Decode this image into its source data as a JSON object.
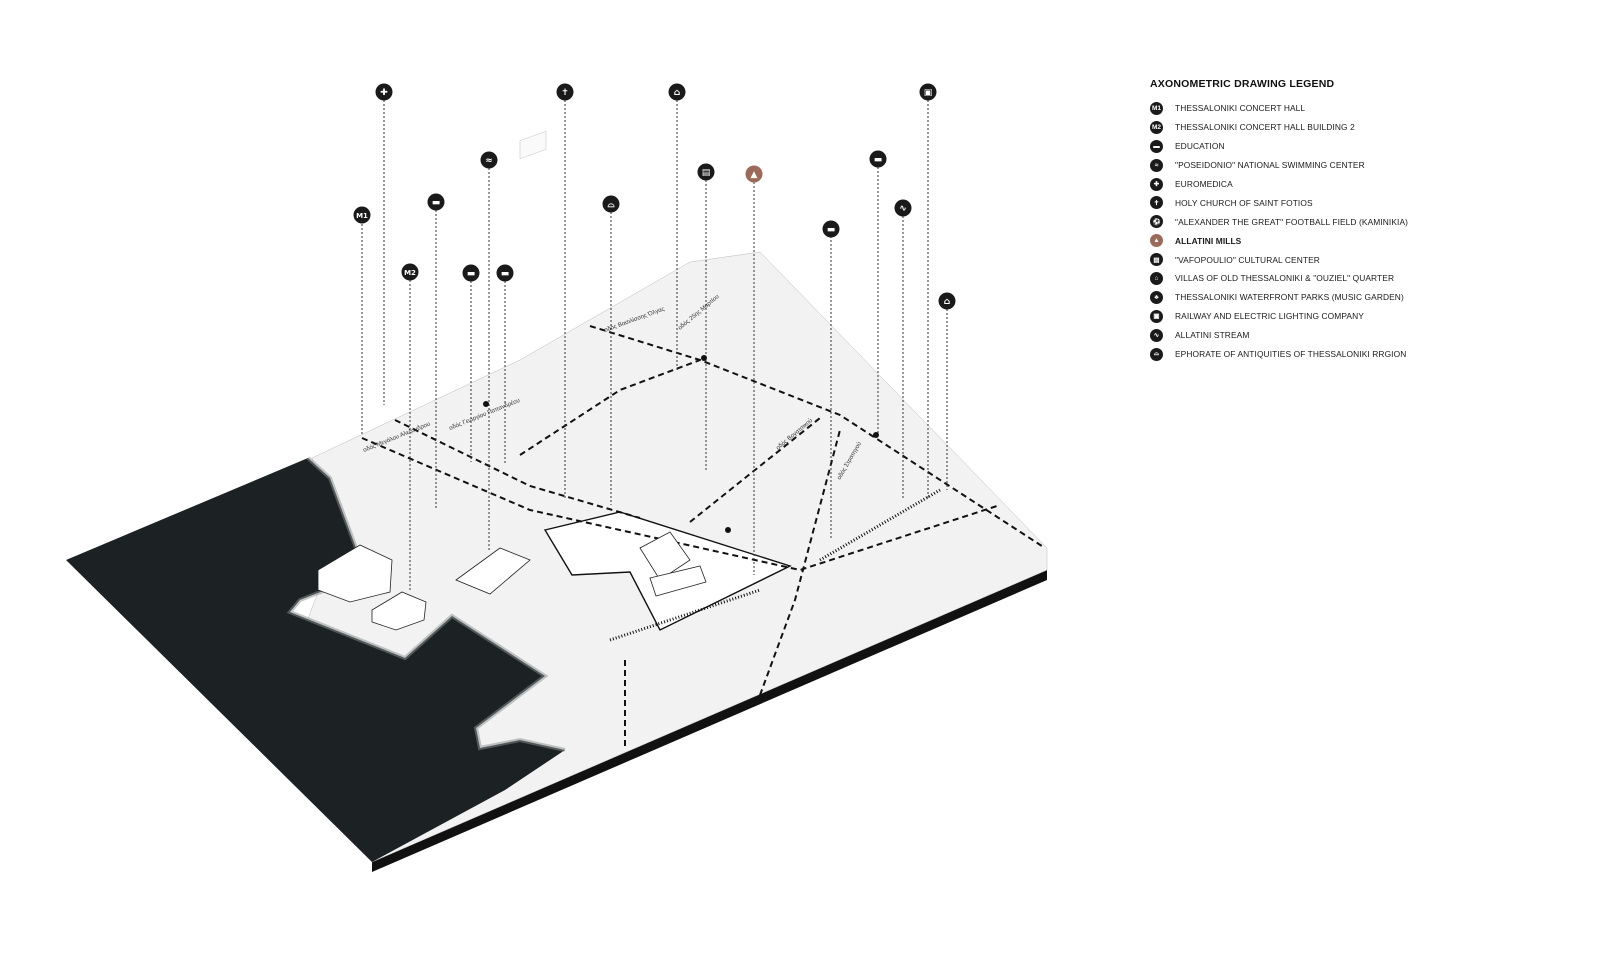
{
  "legend": {
    "title": "AXONOMETRIC DRAWING LEGEND",
    "items": [
      {
        "label": "THESSALONIKI CONCERT HALL",
        "icon": "M1",
        "icon_name": "m1-badge-icon"
      },
      {
        "label": "THESSALONIKI CONCERT HALL BUILDING 2",
        "icon": "M2",
        "icon_name": "m2-badge-icon"
      },
      {
        "label": "EDUCATION",
        "icon": "▬",
        "icon_name": "graduation-cap-icon"
      },
      {
        "label": "\"POSEIDONIO\" NATIONAL SWIMMING CENTER",
        "icon": "≈",
        "icon_name": "swimmer-icon"
      },
      {
        "label": "EUROMEDICA",
        "icon": "✚",
        "icon_name": "medical-cross-icon"
      },
      {
        "label": "HOLY CHURCH OF SAINT FOTIOS",
        "icon": "✝",
        "icon_name": "church-cross-icon"
      },
      {
        "label": "\"ALEXANDER THE GREAT\" FOOTBALL FIELD (KAMINIKIA)",
        "icon": "⚽",
        "icon_name": "football-player-icon"
      },
      {
        "label": "ALLATINI MILLS",
        "icon": "▲",
        "icon_name": "factory-icon",
        "accent": true,
        "bold": true
      },
      {
        "label": "\"VAFOPOULIO\" CULTURAL CENTER",
        "icon": "▤",
        "icon_name": "book-icon"
      },
      {
        "label": "VILLAS OF OLD THESSALONIKI  & \"OUZIEL\" QUARTER",
        "icon": "⌂",
        "icon_name": "villa-icon"
      },
      {
        "label": "THESSALONIKI WATERFRONT PARKS (MUSIC GARDEN)",
        "icon": "♣",
        "icon_name": "tree-icon"
      },
      {
        "label": "RAILWAY AND ELECTRIC LIGHTING COMPANY",
        "icon": "▣",
        "icon_name": "train-icon"
      },
      {
        "label": "ALLATINI STREAM",
        "icon": "∿",
        "icon_name": "stream-icon"
      },
      {
        "label": "EPHORATE OF ANTIQUITIES OF THESSALONIKI RRGION",
        "icon": "⌓",
        "icon_name": "museum-icon"
      }
    ]
  },
  "map_markers": [
    {
      "glyph": "✚",
      "name": "medical-cross-icon"
    },
    {
      "glyph": "✝",
      "name": "church-cross-icon"
    },
    {
      "glyph": "⌂",
      "name": "villa-icon"
    },
    {
      "glyph": "▣",
      "name": "train-icon"
    },
    {
      "glyph": "≈",
      "name": "swimmer-icon"
    },
    {
      "glyph": "▤",
      "name": "book-icon"
    },
    {
      "glyph": "▲",
      "name": "factory-icon",
      "accent": true
    },
    {
      "glyph": "▬",
      "name": "graduation-cap-icon"
    },
    {
      "glyph": "M1",
      "name": "m1-badge-icon"
    },
    {
      "glyph": "▬",
      "name": "graduation-cap-icon"
    },
    {
      "glyph": "⌓",
      "name": "museum-icon"
    },
    {
      "glyph": "▬",
      "name": "graduation-cap-icon"
    },
    {
      "glyph": "∿",
      "name": "stream-icon"
    },
    {
      "glyph": "M2",
      "name": "m2-badge-icon"
    },
    {
      "glyph": "▬",
      "name": "graduation-cap-icon"
    },
    {
      "glyph": "▬",
      "name": "graduation-cap-icon"
    },
    {
      "glyph": "⌂",
      "name": "villa-icon"
    }
  ],
  "streets": [
    "οδός Μεγάλου Αλεξάνδρου",
    "οδός Γεωργίου Παπανδρέου",
    "οδός Βασιλίσσης Όλγας",
    "οδός 25ης Μαρτίου",
    "οδός Βογατσικού",
    "οδός Στρατηγού"
  ],
  "colors": {
    "sea": "#1c2223",
    "accent": "#9c6a5a",
    "icon": "#1a1a1a"
  }
}
